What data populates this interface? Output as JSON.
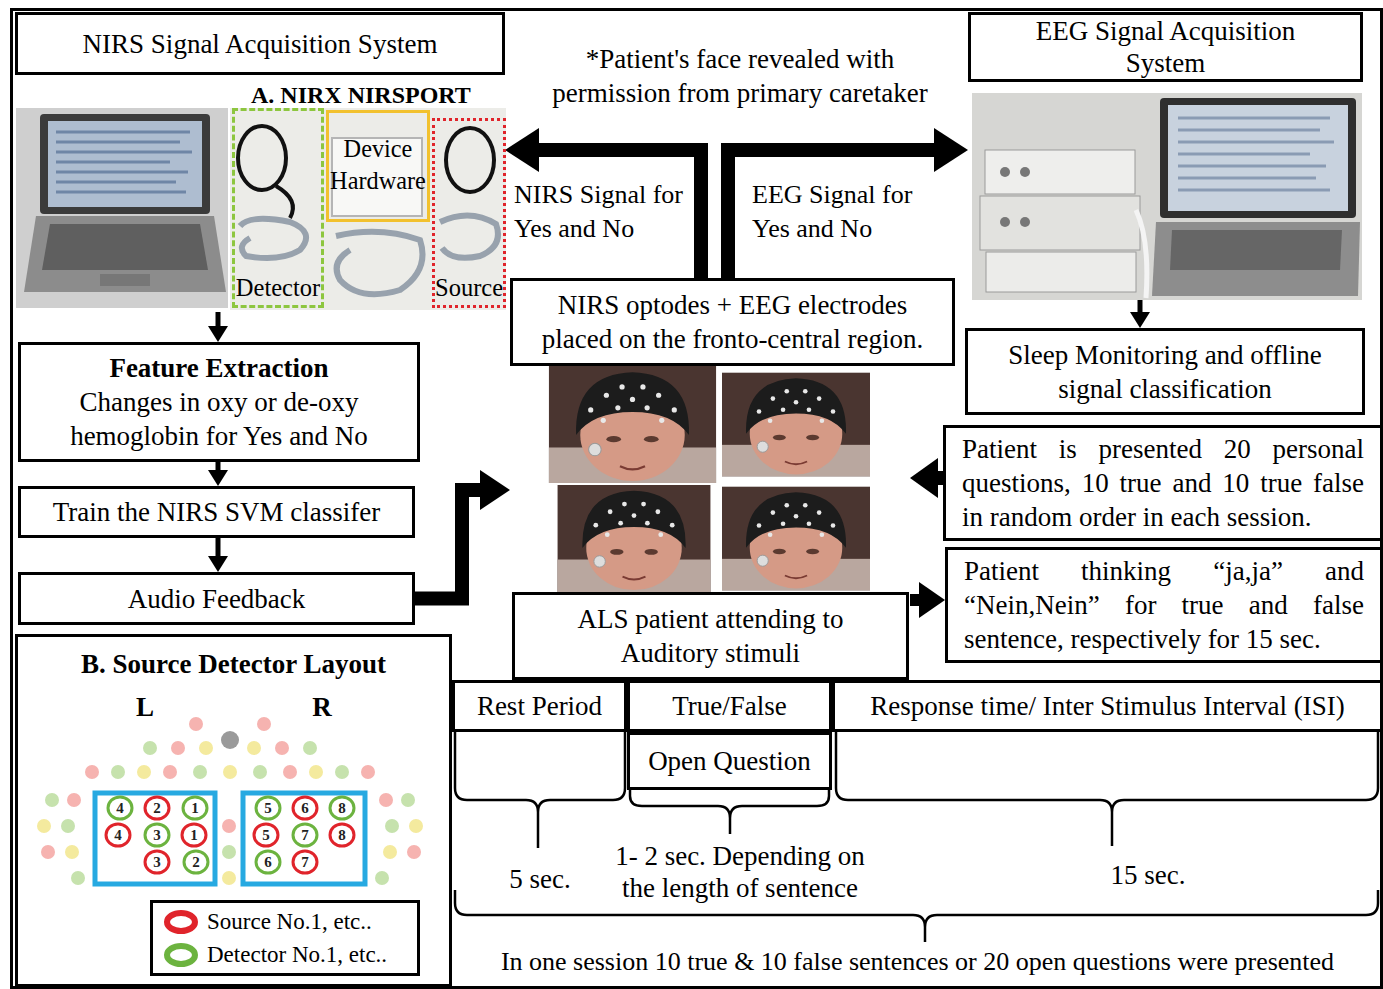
{
  "diagram": {
    "nodes": [
      {
        "text": [
          "NIRS Signal Acquisition System",
          "A. NIRX NIRSPORT"
        ]
      },
      {
        "text": [
          "Detector"
        ],
        "in": 0
      },
      {
        "text": [
          "Device Hardware"
        ],
        "in": 0
      },
      {
        "text": [
          "Source"
        ],
        "in": 0
      },
      {
        "text": [
          "EEG Signal Acquisition System"
        ]
      },
      {
        "text": [
          "NIRS optodes + EEG electrodes placed on the fronto-central region.",
          "ALS patient attending to Auditory stimuli"
        ]
      },
      {
        "text": [
          "Sleep Monitoring and offline signal classification"
        ]
      },
      {
        "text": [
          "Feature Extraction",
          "Changes in oxy or de-oxy hemoglobin for Yes and No"
        ]
      },
      {
        "text": [
          "Train the NIRS SVM classifer"
        ]
      },
      {
        "text": [
          "Audio Feedback"
        ]
      },
      {
        "text": [
          "Patient is presented 20 personal questions, 10 true and 10 true false in random order in each session."
        ]
      },
      {
        "text": [
          "Patient thinking “ja,ja” and “Nein,Nein” for true and false sentence, respectively for 15 sec."
        ]
      },
      {
        "text": [
          "B. Source Detector Layout"
        ]
      },
      {
        "text": [
          "Rest Period"
        ]
      },
      {
        "text": [
          "True/False"
        ]
      },
      {
        "text": [
          "Response time/ Inter Stimulus Interval (ISI)"
        ]
      },
      {
        "text": [
          "Open Question"
        ]
      }
    ],
    "edges": [
      {
        "from": 5,
        "to": 0,
        "arrow": "to",
        "label": "NIRS Signal for Yes and No"
      },
      {
        "from": 5,
        "to": 4,
        "arrow": "to",
        "label": "EEG Signal for Yes and No"
      },
      {
        "from": 0,
        "to": 7,
        "arrow": "to"
      },
      {
        "from": 4,
        "to": 6,
        "arrow": "to"
      },
      {
        "from": 7,
        "to": 8,
        "arrow": "to"
      },
      {
        "from": 8,
        "to": 9,
        "arrow": "to"
      },
      {
        "from": 9,
        "to": 5,
        "arrow": "to"
      },
      {
        "from": 10,
        "to": 5,
        "arrow": "to"
      },
      {
        "from": 5,
        "to": 11,
        "arrow": "to"
      }
    ],
    "labels": [
      "*Patient's face revealed with permission from primary caretaker",
      "L",
      "R",
      "4",
      "2",
      "1",
      "4",
      "3",
      "1",
      "3",
      "2",
      "5",
      "6",
      "8",
      "5",
      "7",
      "8",
      "6",
      "7",
      "5 sec.",
      "1- 2 sec. Depending on the length of sentence",
      "15 sec.",
      "In one session 10 true & 10 false sentences or 20 open questions were presented"
    ],
    "legend": [
      {
        "text": "Source No.1, etc..",
        "color": "#e0242b"
      },
      {
        "text": "Detector No.1, etc..",
        "color": "#6cb33f"
      }
    ]
  }
}
